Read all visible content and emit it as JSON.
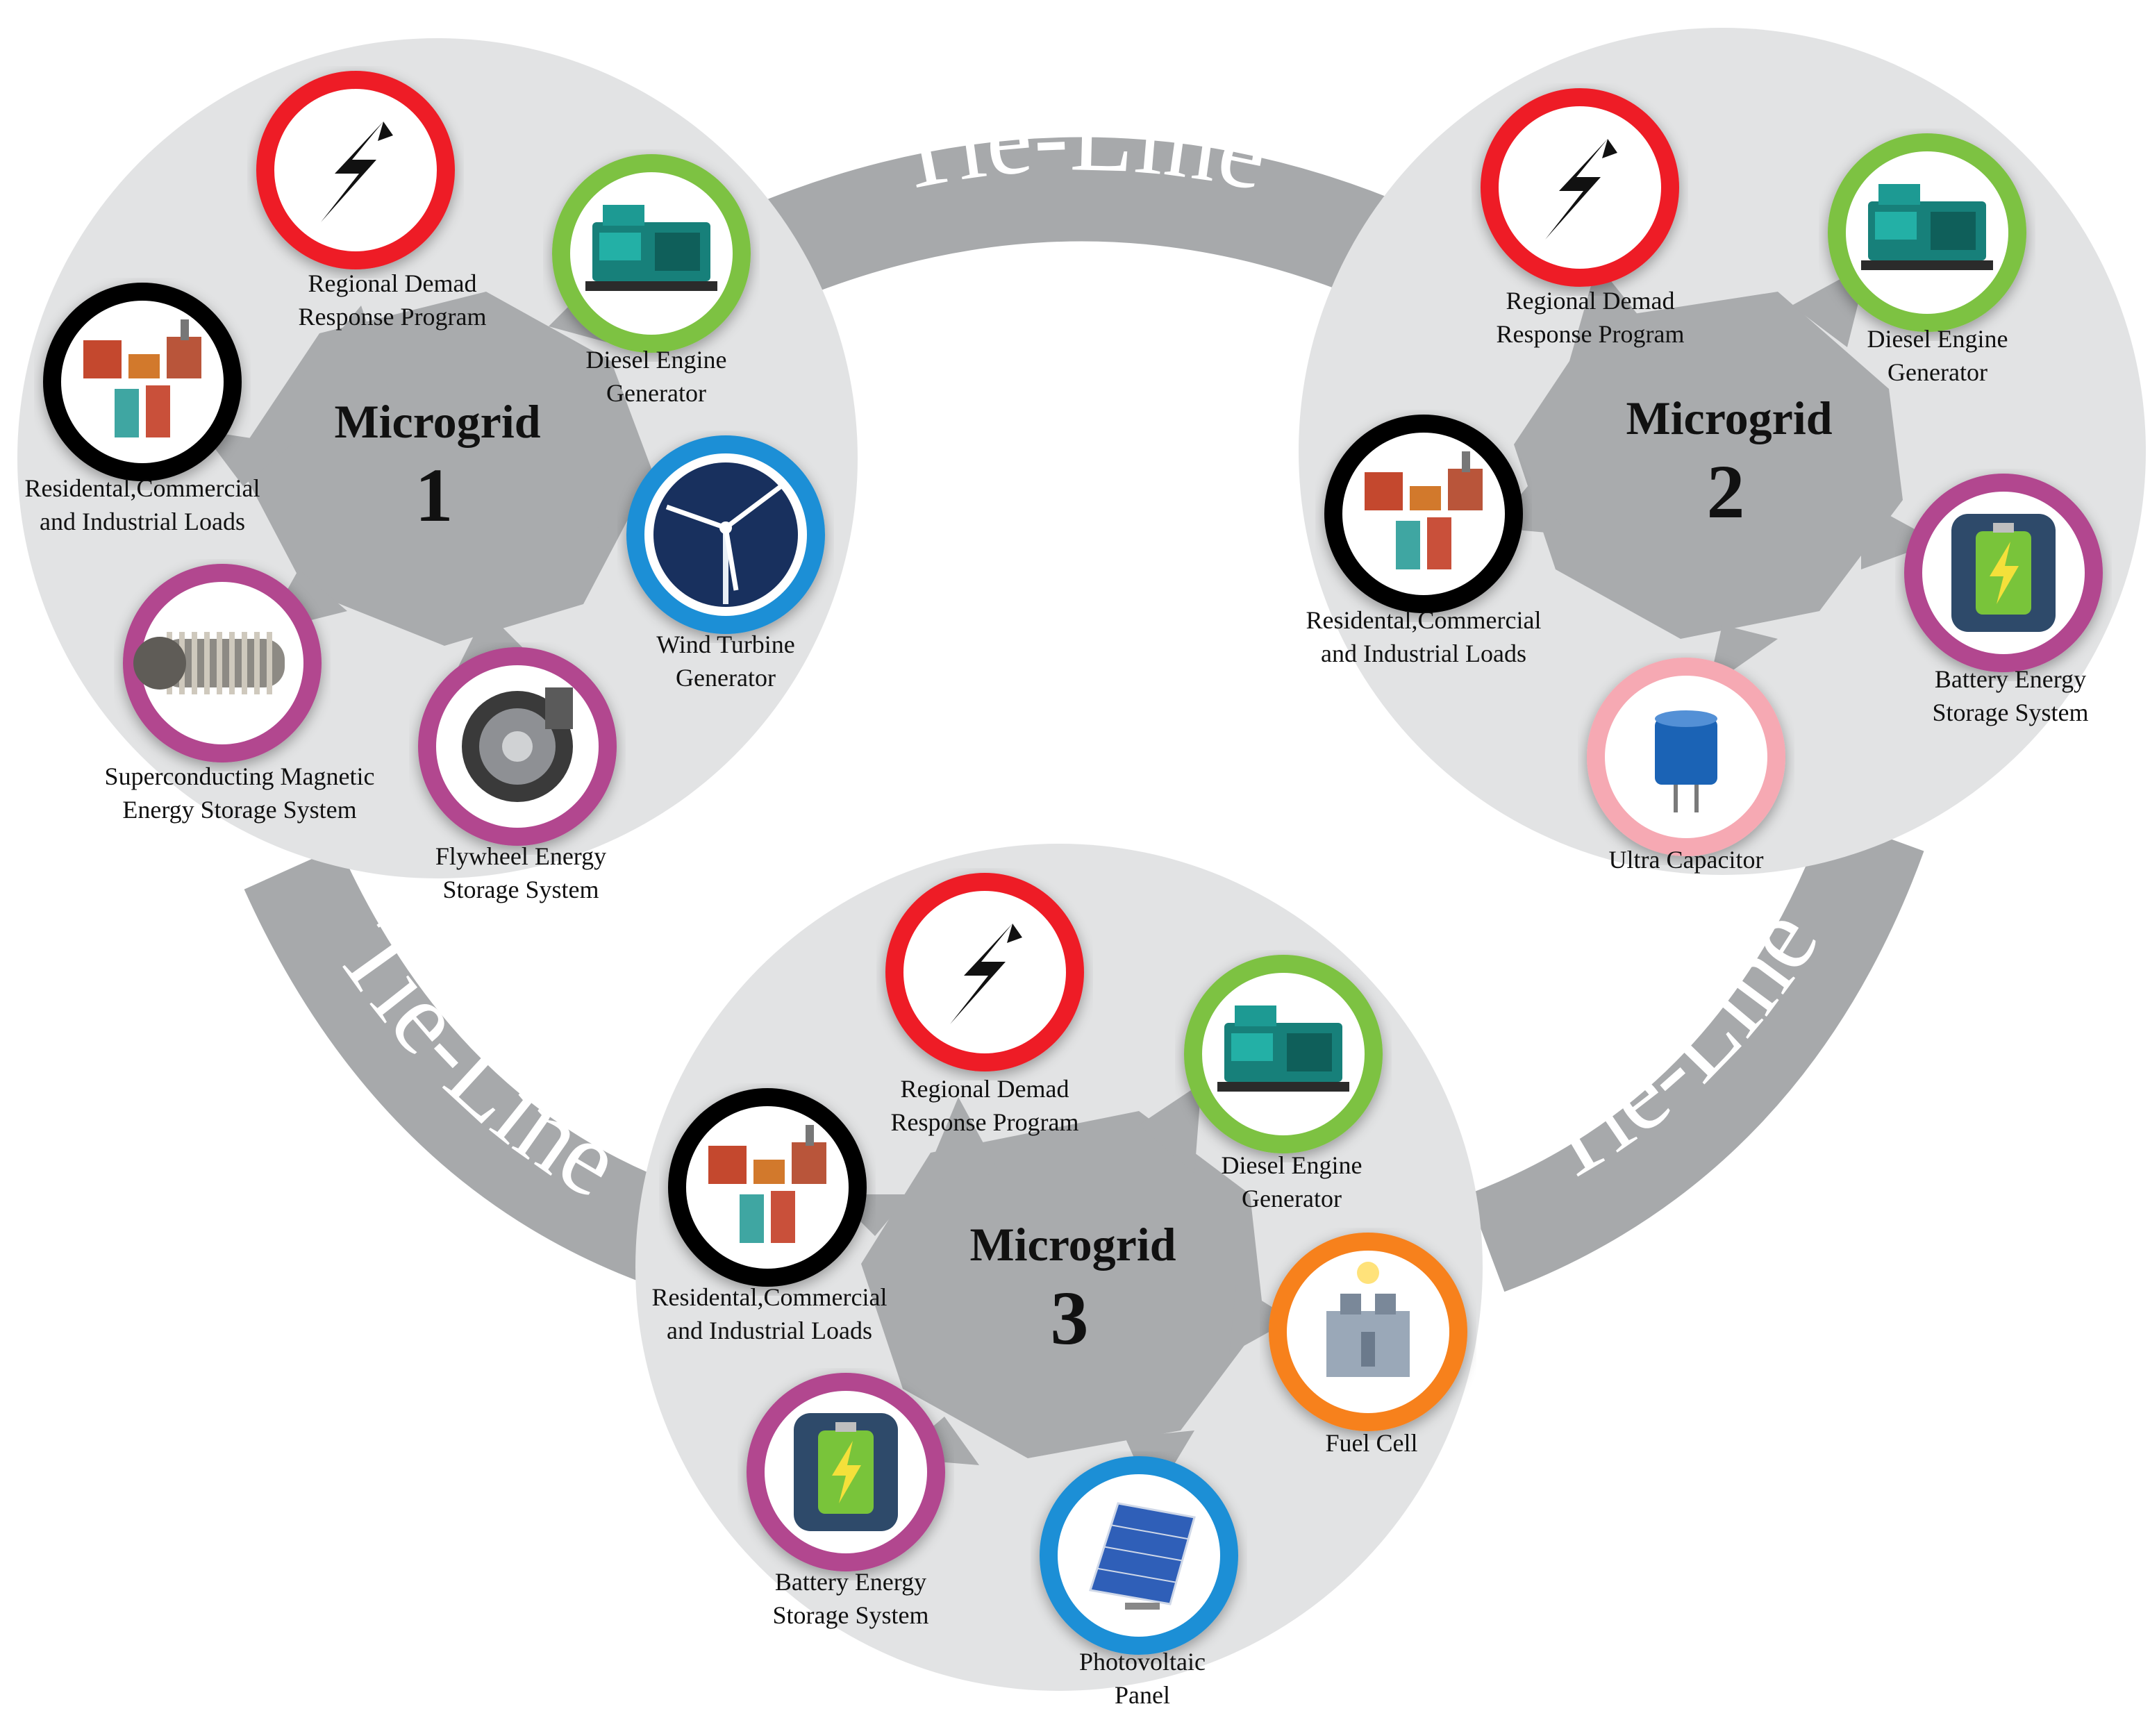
{
  "tie_lines": [
    {
      "label": "Tie-Line"
    },
    {
      "label": "Tie-Line"
    },
    {
      "label": "Tie-Line"
    }
  ],
  "microgrids": [
    {
      "title": "Microgrid",
      "number": "1",
      "components": [
        {
          "lines": [
            "Regional Demad",
            "Response Program"
          ],
          "icon": "lightning-icon",
          "ring": "#ee1c25"
        },
        {
          "lines": [
            "Diesel Engine",
            "Generator"
          ],
          "icon": "diesel-generator-icon",
          "ring": "#7dc242"
        },
        {
          "lines": [
            "Wind Turbine",
            "Generator"
          ],
          "icon": "wind-turbine-icon",
          "ring": "#1c8fd6"
        },
        {
          "lines": [
            "Flywheel Energy",
            "Storage System"
          ],
          "icon": "flywheel-icon",
          "ring": "#b2468f"
        },
        {
          "lines": [
            "Superconducting Magnetic",
            "Energy Storage System"
          ],
          "icon": "smes-coil-icon",
          "ring": "#b2468f"
        },
        {
          "lines": [
            "Residental,Commercial",
            "and Industrial Loads"
          ],
          "icon": "buildings-icon",
          "ring": "#000000"
        }
      ]
    },
    {
      "title": "Microgrid",
      "number": "2",
      "components": [
        {
          "lines": [
            "Regional Demad",
            "Response Program"
          ],
          "icon": "lightning-icon",
          "ring": "#ee1c25"
        },
        {
          "lines": [
            "Diesel Engine",
            "Generator"
          ],
          "icon": "diesel-generator-icon",
          "ring": "#7dc242"
        },
        {
          "lines": [
            "Battery Energy",
            "Storage System"
          ],
          "icon": "battery-icon",
          "ring": "#b2468f"
        },
        {
          "lines": [
            "Ultra Capacitor"
          ],
          "icon": "ultracapacitor-icon",
          "ring": "#f6a9b3"
        },
        {
          "lines": [
            "Residental,Commercial",
            "and Industrial Loads"
          ],
          "icon": "buildings-icon",
          "ring": "#000000"
        }
      ]
    },
    {
      "title": "Microgrid",
      "number": "3",
      "components": [
        {
          "lines": [
            "Regional Demad",
            "Response Program"
          ],
          "icon": "lightning-icon",
          "ring": "#ee1c25"
        },
        {
          "lines": [
            "Diesel Engine",
            "Generator"
          ],
          "icon": "diesel-generator-icon",
          "ring": "#7dc242"
        },
        {
          "lines": [
            "Fuel Cell"
          ],
          "icon": "fuel-cell-icon",
          "ring": "#f7811e"
        },
        {
          "lines": [
            "Photovoltaic",
            "Panel"
          ],
          "icon": "solar-panel-icon",
          "ring": "#1c8fd6"
        },
        {
          "lines": [
            "Battery Energy",
            "Storage System"
          ],
          "icon": "battery-icon",
          "ring": "#b2468f"
        },
        {
          "lines": [
            "Residental,Commercial",
            "and Industrial Loads"
          ],
          "icon": "buildings-icon",
          "ring": "#000000"
        }
      ]
    }
  ]
}
